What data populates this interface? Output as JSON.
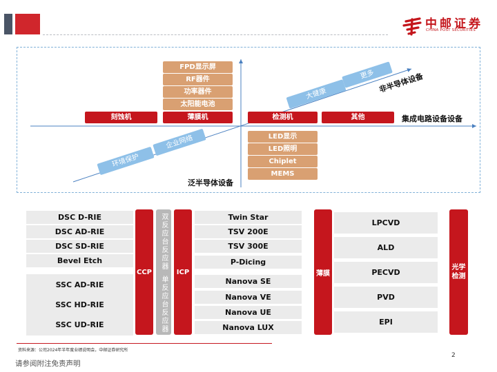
{
  "header": {
    "logo_cn": "中邮证券",
    "logo_en": "CHINA POST SECURITIES"
  },
  "diagram": {
    "x_axis_label": "集成电路设备设备",
    "y_axis_label_top": "非半导体设备",
    "y_axis_label_bottom": "泛半导体设备",
    "left_axis_items": [
      "刻蚀机",
      "薄膜机"
    ],
    "right_axis_items": [
      "检测机",
      "其他"
    ],
    "upper_stack": [
      "FPD显示屏",
      "RF器件",
      "功率器件",
      "太阳能电池"
    ],
    "lower_stack": [
      "LED显示",
      "LED照明",
      "Chiplet",
      "MEMS"
    ],
    "diagonal_upper": [
      "大健康",
      "更多"
    ],
    "diagonal_lower": [
      "环境保护",
      "企业网络"
    ]
  },
  "equipment": {
    "ccp_list": [
      "DSC D-RIE",
      "DSC AD-RIE",
      "DSC SD-RIE",
      "Bevel Etch",
      "SSC AD-RIE",
      "SSC HD-RIE",
      "SSC UD-RIE"
    ],
    "ccp_label": "CCP",
    "reactor_label_top": "双反应台反应器",
    "reactor_label_bottom": "单反应台反应器",
    "icp_label": "ICP",
    "icp_list": [
      "Twin Star",
      "TSV 200E",
      "TSV 300E",
      "P-Dicing",
      "Nanova SE",
      "Nanova VE",
      "Nanova UE",
      "Nanova LUX"
    ],
    "film_label": "薄膜",
    "film_list": [
      "LPCVD",
      "ALD",
      "PECVD",
      "PVD",
      "EPI"
    ],
    "optical_label": "光学检测"
  },
  "footer": {
    "source": "资料来源：公司2024年半年度业绩说明会，中邮证券研究所",
    "disclaimer": "请参阅附注免责声明",
    "page": "2"
  },
  "colors": {
    "brand_red": "#c5161d",
    "tan": "#d9a072",
    "light_blue": "#8ec0e8",
    "gray_fill": "#ebebeb",
    "axis_blue": "#4a80c0"
  }
}
